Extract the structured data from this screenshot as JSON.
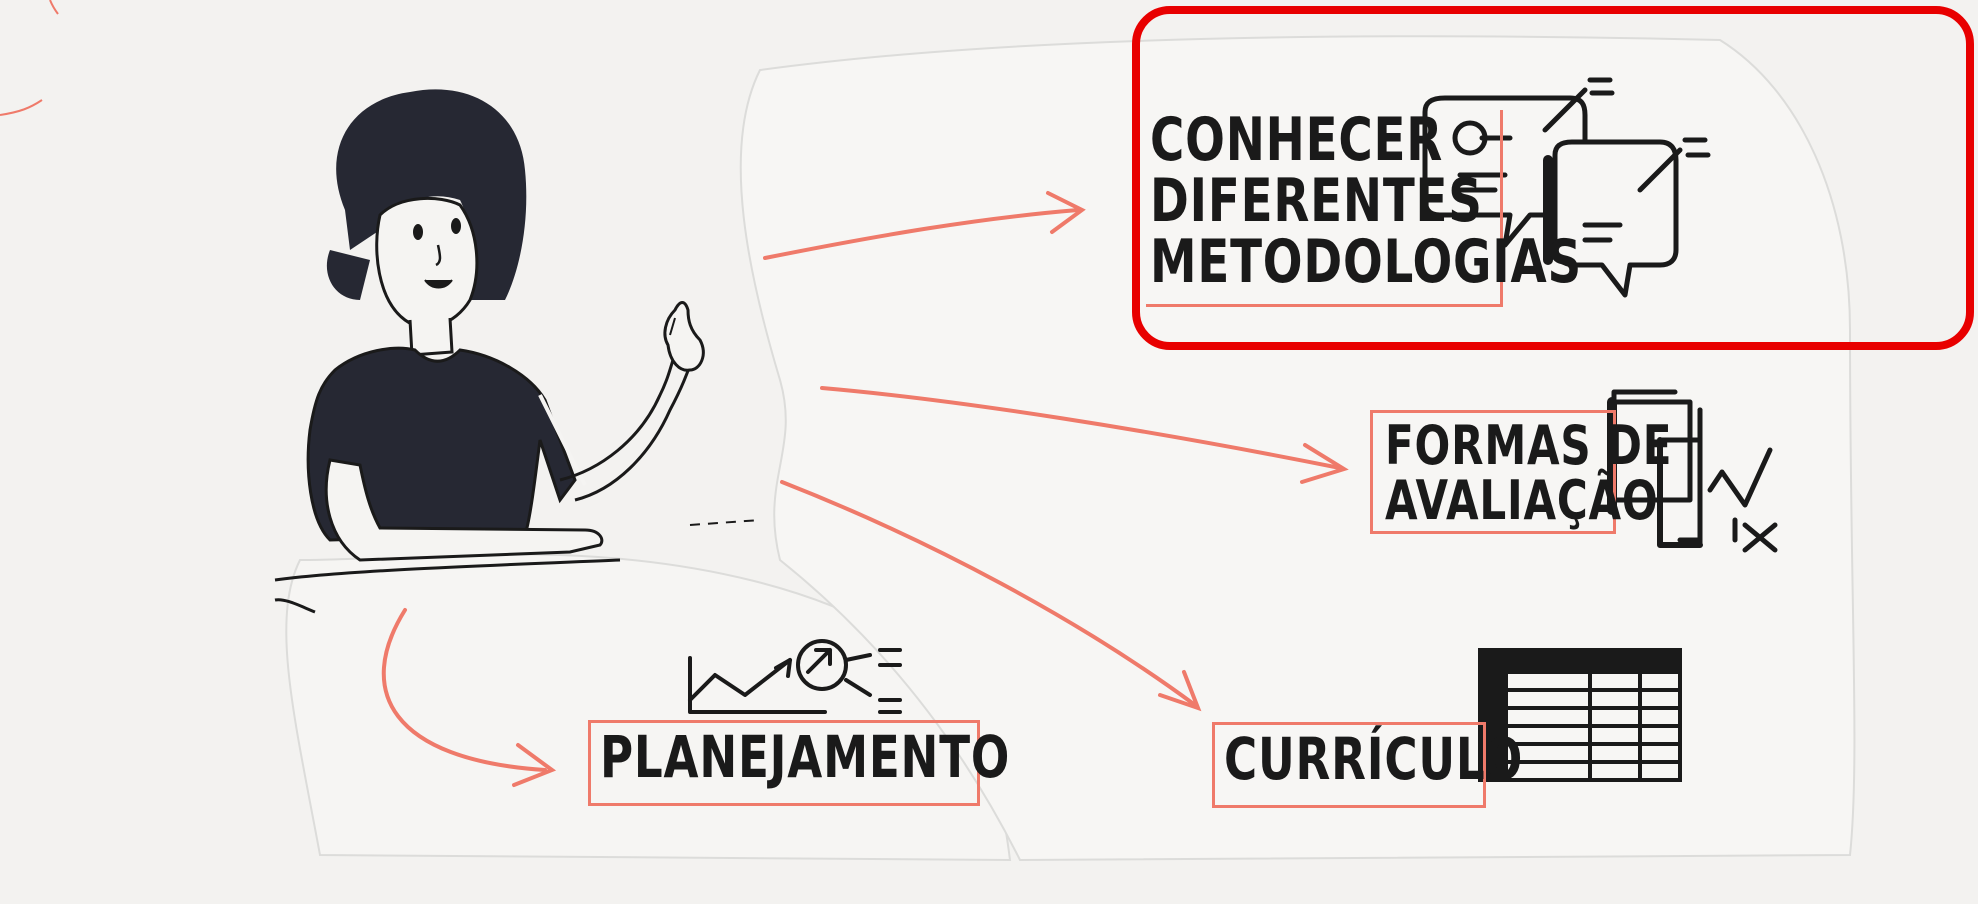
{
  "labels": {
    "metodologias": [
      "CONHECER",
      "DIFERENTES",
      "METODOLOGIAS"
    ],
    "avaliacao": [
      "FORMAS DE",
      "AVALIAÇÃO"
    ],
    "planejamento": "PLANEJAMENTO",
    "curriculo": "CURRÍCULO"
  },
  "colors": {
    "background": "#f3f2f0",
    "ink": "#1a1a1a",
    "arrow": "#ef7a6a",
    "highlight": "#e80000"
  },
  "icons": {
    "metodologias": "speech-bubbles-icon",
    "avaliacao": "documents-check-icon",
    "planejamento": "chart-magnifier-icon",
    "curriculo": "table-icon"
  }
}
